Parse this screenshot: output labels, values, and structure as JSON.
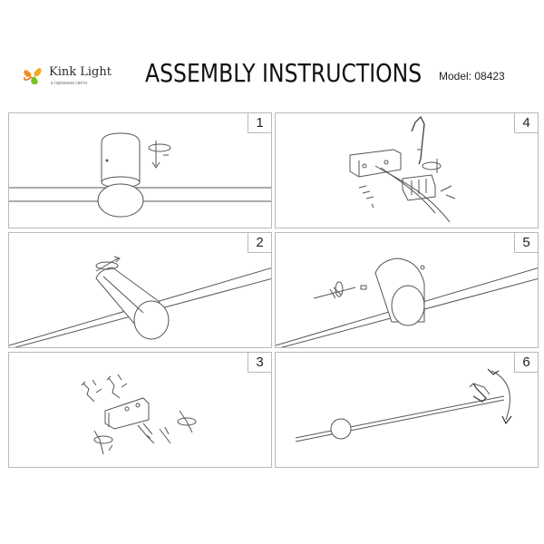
{
  "header": {
    "brand_name": "Kink Light",
    "brand_tagline": "в гармонии света",
    "title": "ASSEMBLY INSTRUCTIONS",
    "model": "Model: 08423"
  },
  "steps": [
    {
      "number": "1"
    },
    {
      "number": "2"
    },
    {
      "number": "3"
    },
    {
      "number": "4"
    },
    {
      "number": "5"
    },
    {
      "number": "6"
    }
  ],
  "colors": {
    "logo_orange": "#f28a1e",
    "logo_green": "#7bbf2a",
    "frame_border": "#b9b9b9"
  }
}
